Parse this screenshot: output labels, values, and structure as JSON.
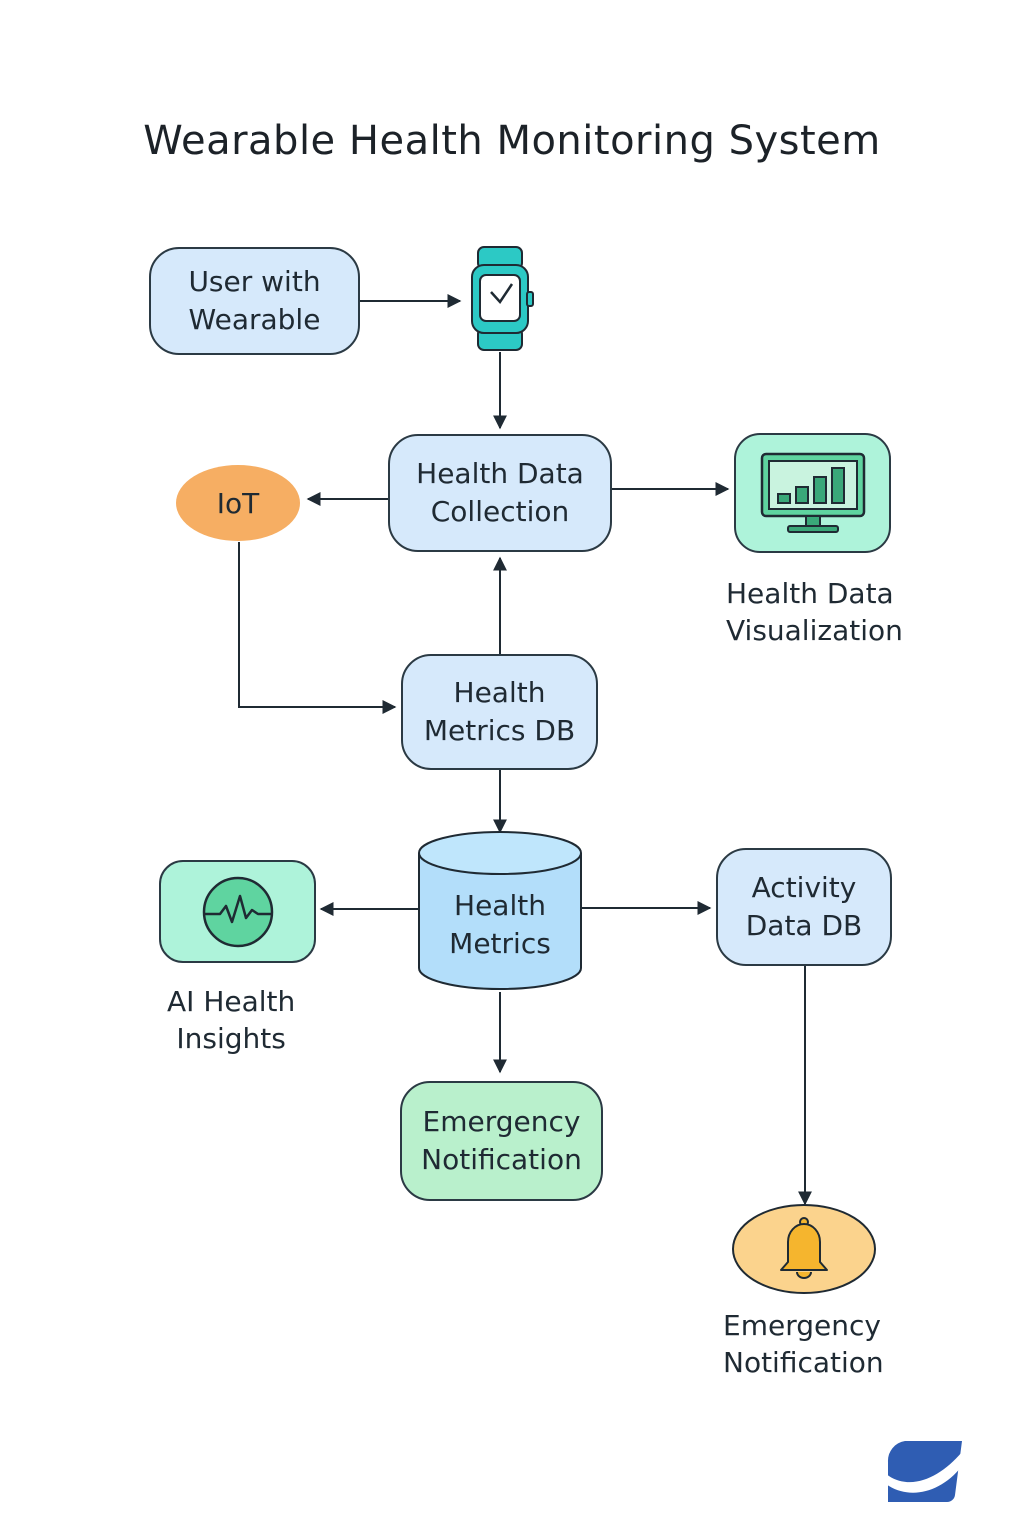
{
  "title": "Wearable Health Monitoring System",
  "nodes": {
    "user": "User with\nWearable",
    "collection": "Health Data\nCollection",
    "iot": "IoT",
    "visualization": "Health Data\nVisualization",
    "metrics_db": "Health\nMetrics DB",
    "health_metrics": "Health\nMetrics",
    "ai_insights": "AI Health\nInsights",
    "activity_db": "Activity\nData DB",
    "emergency_box": "Emergency\nNotification",
    "emergency_alert": "Emergency\nNotification"
  },
  "icons": {
    "wearable": "smartwatch-icon",
    "visualization": "bar-chart-monitor-icon",
    "ai": "heartbeat-icon",
    "alert": "bell-icon",
    "logo": "brand-logo"
  },
  "colors": {
    "blue_node": "#d6e9fb",
    "cylinder": "#b3defa",
    "green_node": "#b9f0cc",
    "mint_node": "#aef3da",
    "orange_oval": "#f6ae63",
    "alert_oval": "#fbd38d",
    "watch": "#2cc9c5",
    "line": "#1f2a33"
  }
}
